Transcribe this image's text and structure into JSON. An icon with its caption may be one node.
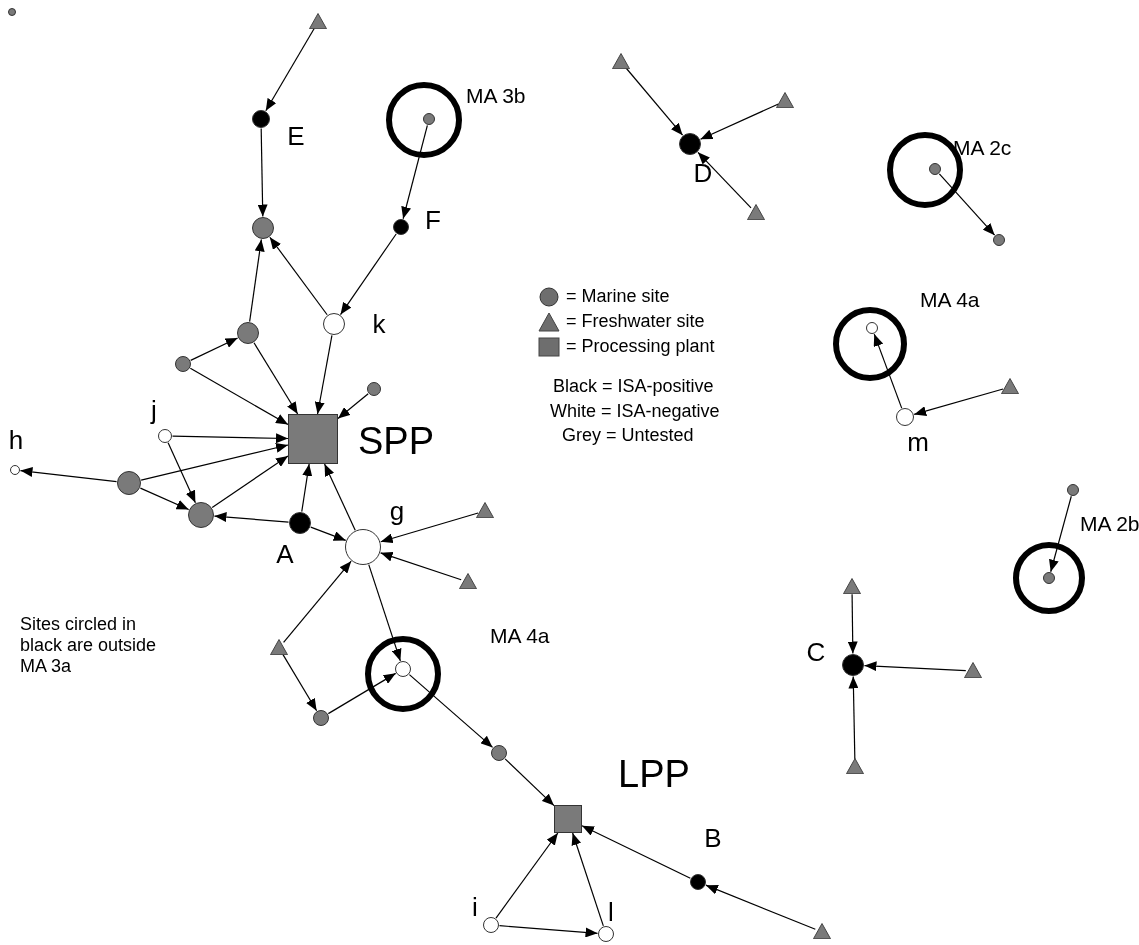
{
  "diagram": {
    "nodes": [
      {
        "text": [],
        "shape": "circle"
      },
      {
        "text": [],
        "shape": "triangle"
      },
      {
        "text": [],
        "shape": "circle",
        "beside": [
          "E"
        ]
      },
      {
        "text": [
          "MA 3b"
        ]
      },
      {
        "text": [],
        "shape": "circle",
        "in": 3
      },
      {
        "text": [],
        "shape": "circle"
      },
      {
        "text": [],
        "shape": "circle",
        "beside": [
          "F"
        ]
      },
      {
        "text": [],
        "shape": "circle"
      },
      {
        "text": [],
        "shape": "circle",
        "beside": [
          "k"
        ]
      },
      {
        "text": [],
        "shape": "circle"
      },
      {
        "text": [],
        "shape": "circle"
      },
      {
        "text": [],
        "shape": "box",
        "beside": [
          "SPP"
        ]
      },
      {
        "text": [],
        "shape": "circle",
        "beside": [
          "j"
        ]
      },
      {
        "text": [],
        "shape": "circle",
        "beside": [
          "h"
        ]
      },
      {
        "text": [],
        "shape": "circle"
      },
      {
        "text": [],
        "shape": "circle"
      },
      {
        "text": [],
        "shape": "circle",
        "beside": [
          "A"
        ]
      },
      {
        "text": [],
        "shape": "circle",
        "beside": [
          "g"
        ]
      },
      {
        "text": [],
        "shape": "triangle"
      },
      {
        "text": [],
        "shape": "triangle"
      },
      {
        "text": [],
        "shape": "triangle"
      },
      {
        "text": [
          "MA 4a"
        ]
      },
      {
        "text": [],
        "shape": "circle",
        "in": 21
      },
      {
        "text": [],
        "shape": "circle"
      },
      {
        "text": [],
        "shape": "circle"
      },
      {
        "text": [],
        "shape": "box",
        "beside": [
          "LPP"
        ]
      },
      {
        "text": [],
        "shape": "circle",
        "beside": [
          "B"
        ]
      },
      {
        "text": [],
        "shape": "triangle"
      },
      {
        "text": [],
        "shape": "circle",
        "beside": [
          "i"
        ]
      },
      {
        "text": [],
        "shape": "circle",
        "beside": [
          "l"
        ]
      },
      {
        "text": [],
        "shape": "triangle"
      },
      {
        "text": [],
        "shape": "triangle"
      },
      {
        "text": [],
        "shape": "circle",
        "beside": [
          "D"
        ]
      },
      {
        "text": [],
        "shape": "triangle"
      },
      {
        "text": [
          "MA 2c"
        ]
      },
      {
        "text": [],
        "shape": "circle",
        "in": 34
      },
      {
        "text": [],
        "shape": "circle"
      },
      {
        "text": [
          "MA 4a"
        ]
      },
      {
        "text": [],
        "shape": "circle",
        "in": 37
      },
      {
        "text": [],
        "shape": "circle",
        "beside": [
          "m"
        ]
      },
      {
        "text": [],
        "shape": "triangle"
      },
      {
        "text": [
          "MA 2b"
        ]
      },
      {
        "text": [],
        "shape": "circle",
        "in": 41
      },
      {
        "text": [],
        "shape": "circle"
      },
      {
        "text": [],
        "shape": "triangle"
      },
      {
        "text": [],
        "shape": "circle",
        "beside": [
          "C"
        ]
      },
      {
        "text": [],
        "shape": "triangle"
      },
      {
        "text": [],
        "shape": "triangle"
      }
    ],
    "edges": [
      {
        "from": 1,
        "to": 2,
        "arrow": "to"
      },
      {
        "from": 2,
        "to": 5,
        "arrow": "to"
      },
      {
        "from": 4,
        "to": 6,
        "arrow": "to"
      },
      {
        "from": 6,
        "to": 8,
        "arrow": "to"
      },
      {
        "from": 8,
        "to": 5,
        "arrow": "to"
      },
      {
        "from": 7,
        "to": 5,
        "arrow": "to"
      },
      {
        "from": 9,
        "to": 7,
        "arrow": "to"
      },
      {
        "from": 9,
        "to": 11,
        "arrow": "to"
      },
      {
        "from": 7,
        "to": 11,
        "arrow": "to"
      },
      {
        "from": 8,
        "to": 11,
        "arrow": "to"
      },
      {
        "from": 10,
        "to": 11,
        "arrow": "to"
      },
      {
        "from": 12,
        "to": 11,
        "arrow": "to"
      },
      {
        "from": 14,
        "to": 11,
        "arrow": "to"
      },
      {
        "from": 15,
        "to": 11,
        "arrow": "to"
      },
      {
        "from": 14,
        "to": 13,
        "arrow": "to"
      },
      {
        "from": 14,
        "to": 15,
        "arrow": "to"
      },
      {
        "from": 12,
        "to": 15,
        "arrow": "to"
      },
      {
        "from": 16,
        "to": 15,
        "arrow": "to"
      },
      {
        "from": 16,
        "to": 11,
        "arrow": "to"
      },
      {
        "from": 16,
        "to": 17,
        "arrow": "to"
      },
      {
        "from": 17,
        "to": 11,
        "arrow": "to"
      },
      {
        "from": 18,
        "to": 17,
        "arrow": "to"
      },
      {
        "from": 19,
        "to": 17,
        "arrow": "to"
      },
      {
        "from": 20,
        "to": 17,
        "arrow": "to"
      },
      {
        "from": 17,
        "to": 22,
        "arrow": "to"
      },
      {
        "from": 20,
        "to": 23,
        "arrow": "to"
      },
      {
        "from": 23,
        "to": 22,
        "arrow": "to"
      },
      {
        "from": 22,
        "to": 24,
        "arrow": "to"
      },
      {
        "from": 24,
        "to": 25,
        "arrow": "to"
      },
      {
        "from": 26,
        "to": 25,
        "arrow": "to"
      },
      {
        "from": 27,
        "to": 26,
        "arrow": "to"
      },
      {
        "from": 28,
        "to": 25,
        "arrow": "to"
      },
      {
        "from": 29,
        "to": 25,
        "arrow": "to"
      },
      {
        "from": 28,
        "to": 29,
        "arrow": "to"
      },
      {
        "from": 30,
        "to": 32,
        "arrow": "to"
      },
      {
        "from": 31,
        "to": 32,
        "arrow": "to"
      },
      {
        "from": 33,
        "to": 32,
        "arrow": "to"
      },
      {
        "from": 35,
        "to": 36,
        "arrow": "to"
      },
      {
        "from": 39,
        "to": 38,
        "arrow": "to"
      },
      {
        "from": 40,
        "to": 39,
        "arrow": "to"
      },
      {
        "from": 43,
        "to": 42,
        "arrow": "to"
      },
      {
        "from": 44,
        "to": 45,
        "arrow": "to"
      },
      {
        "from": 46,
        "to": 45,
        "arrow": "to"
      },
      {
        "from": 47,
        "to": 45,
        "arrow": "to"
      }
    ],
    "labels": [
      "Black = ISA-positive",
      "White = ISA-negative",
      "Grey = Untested",
      "Sites circled in black are outside MA 3a"
    ],
    "legend": [
      {
        "text": "= Marine site"
      },
      {
        "text": "= Freshwater site"
      },
      {
        "text": "= Processing plant"
      }
    ]
  }
}
